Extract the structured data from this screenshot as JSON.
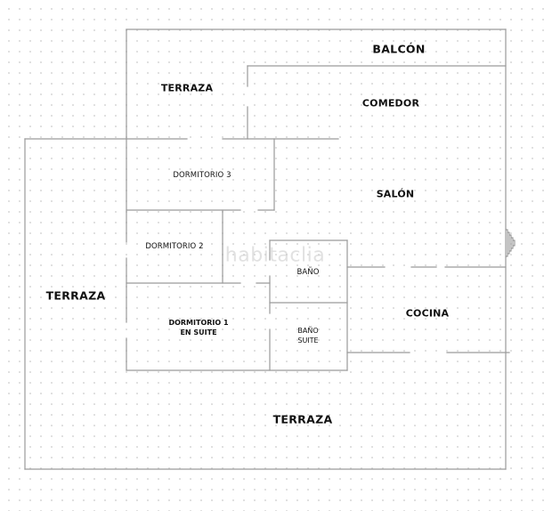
{
  "rooms": {
    "balcon": "BALCÓN",
    "comedor": "COMEDOR",
    "terraza_top": "TERRAZA",
    "dormitorio3": "DORMITORIO 3",
    "salon": "SALÓN",
    "dormitorio2": "DORMITORIO 2",
    "terraza_left": "TERRAZA",
    "bano": "BAÑO",
    "cocina": "COCINA",
    "dormitorio1_line1": "DORMITORIO 1",
    "dormitorio1_line2": "EN SUITE",
    "bano_suite_line1": "BAÑO",
    "bano_suite_line2": "SUITE",
    "terraza_bottom": "TERRAZA"
  },
  "watermark": "habitaclia",
  "colors": {
    "wall": "#9a9a9a",
    "text": "#111111",
    "background": "#ffffff"
  }
}
